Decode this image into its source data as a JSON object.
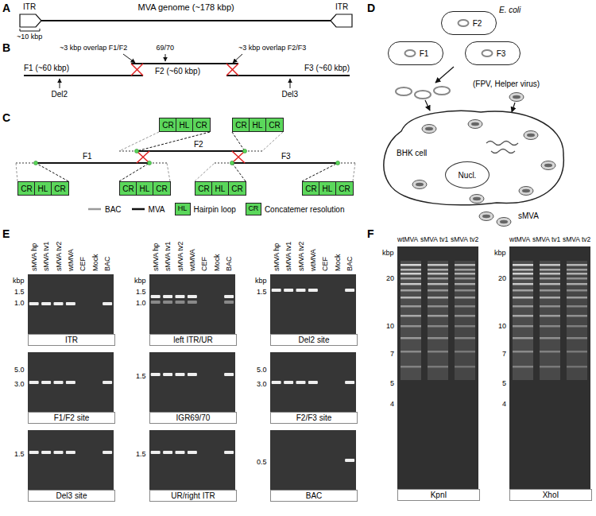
{
  "diagram": {
    "nodes": [
      {
        "text": [
          "CR"
        ]
      },
      {
        "text": [
          "HL"
        ]
      },
      {
        "text": [
          "CR"
        ]
      },
      {
        "text": [
          "CR"
        ]
      },
      {
        "text": [
          "HL"
        ]
      },
      {
        "text": [
          "CR"
        ]
      },
      {
        "text": [
          "CR"
        ]
      },
      {
        "text": [
          "HL"
        ]
      },
      {
        "text": [
          "CR"
        ]
      },
      {
        "text": [
          "CR"
        ]
      },
      {
        "text": [
          "HL"
        ]
      },
      {
        "text": [
          "CR"
        ]
      },
      {
        "text": [
          "CR"
        ]
      },
      {
        "text": [
          "HL"
        ]
      },
      {
        "text": [
          "CR"
        ]
      },
      {
        "text": [
          "CR"
        ]
      },
      {
        "text": [
          "HL"
        ]
      },
      {
        "text": [
          "CR"
        ]
      },
      {
        "text": [
          "E. coli",
          "F2"
        ]
      },
      {
        "text": [
          "F1"
        ]
      },
      {
        "text": [
          "F3"
        ]
      },
      {
        "text": [
          "BHK cell"
        ]
      },
      {
        "text": [
          "Nucl."
        ],
        "in": 21
      },
      {
        "text": [
          "ITR"
        ]
      },
      {
        "text": [
          "left ITR/UR"
        ]
      },
      {
        "text": [
          "Del2 site"
        ]
      },
      {
        "text": [
          "F1/F2 site"
        ]
      },
      {
        "text": [
          "IGR69/70"
        ]
      },
      {
        "text": [
          "F2/F3 site"
        ]
      },
      {
        "text": [
          "Del3 site"
        ]
      },
      {
        "text": [
          "UR/right ITR"
        ]
      },
      {
        "text": [
          "BAC"
        ]
      },
      {
        "text": [
          "KpnI"
        ]
      },
      {
        "text": [
          "XhoI"
        ]
      }
    ],
    "labels": [
      "A",
      "ITR",
      "MVA genome (~178 kbp)",
      "ITR",
      "~10 kbp",
      "B",
      "~3 kbp overlap F1/F2",
      "69/70",
      "~3 kbp overlap F2/F3",
      "F1 (~60 kbp)",
      "F2 (~60 kbp)",
      "F3 (~60 kbp)",
      "Del2",
      "Del3",
      "C",
      "F2",
      "F1",
      "F3",
      "HL",
      "CR",
      "D",
      "(FPV, Helper virus)",
      "sMVA",
      "E",
      "sMVA hp",
      "sMVA tv1",
      "sMVA tv2",
      "wtMVA",
      "CEF",
      "Mock",
      "BAC",
      "sMVA hp",
      "sMVA tv1",
      "sMVA tv2",
      "wtMVA",
      "CEF",
      "Mock",
      "BAC",
      "sMVA hp",
      "sMVA tv1",
      "sMVA tv2",
      "wtMVA",
      "CEF",
      "Mock",
      "BAC",
      "kbp",
      "1.5",
      "1.0",
      "kbp",
      "1.5",
      "1.0",
      "kbp",
      "1.5",
      "5.0",
      "3.0",
      "1.5",
      "5.0",
      "3.0",
      "1.5",
      "1.5",
      "0.5",
      "F",
      "wtMVA",
      "sMVA tv1",
      "sMVA tv2",
      "kbp",
      "20",
      "10",
      "7",
      "5",
      "4",
      "wtMVA",
      "sMVA tv1",
      "sMVA tv2",
      "kbp",
      "20",
      "10",
      "7",
      "5",
      "4"
    ],
    "legend": [
      {
        "text": "BAC"
      },
      {
        "text": "MVA"
      },
      {
        "text": "Hairpin loop",
        "color": "#5bd75b"
      },
      {
        "text": "Concatemer resolution",
        "color": "#5bd75b"
      }
    ]
  }
}
